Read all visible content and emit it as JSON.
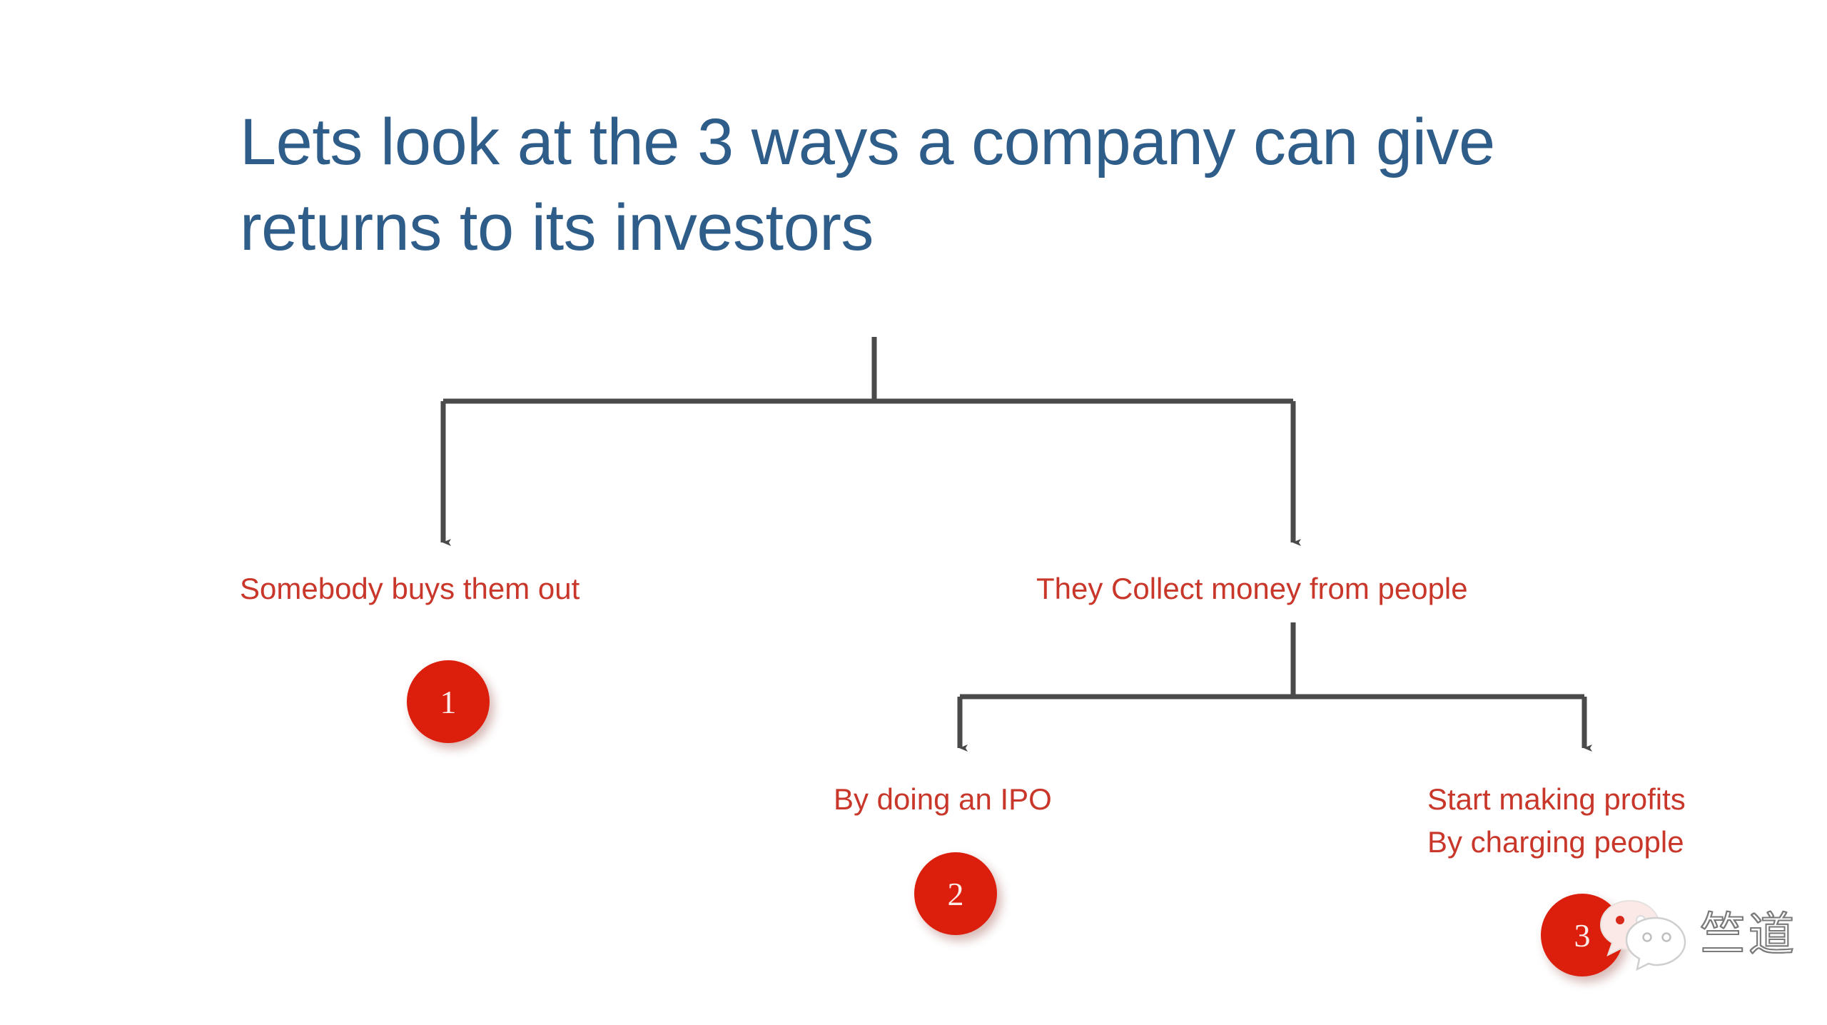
{
  "slide": {
    "background_color": "#FFFFFF",
    "title": "Lets look at the 3 ways a company can give\nreturns to its investors",
    "title_color": "#2F5D8A",
    "label_color": "#C8372A",
    "connector_color": "#4A4A4A",
    "badge_color": "#DC1E0C",
    "badge_text_color": "#FDEDEA"
  },
  "nodes": {
    "buyout": {
      "label": "Somebody buys them out",
      "badge": "1"
    },
    "collect": {
      "label": "They Collect money from people"
    },
    "ipo": {
      "label": "By doing an IPO",
      "badge": "2"
    },
    "profits": {
      "label": "Start making profits\nBy charging people",
      "badge": "3"
    }
  },
  "watermark": {
    "icon": "wechat-icon",
    "text": "竺道"
  },
  "chart_data": {
    "type": "diagram",
    "title": "Lets look at the 3 ways a company can give returns to its investors",
    "diagram_kind": "tree",
    "root": "Lets look at the 3 ways a company can give returns to its investors",
    "nodes": [
      {
        "id": "root",
        "label": "Lets look at the 3 ways a company can give returns to its investors",
        "level": 0
      },
      {
        "id": "buyout",
        "label": "Somebody buys them out",
        "level": 1,
        "number": 1
      },
      {
        "id": "collect",
        "label": "They Collect money from people",
        "level": 1
      },
      {
        "id": "ipo",
        "label": "By doing an IPO",
        "level": 2,
        "number": 2
      },
      {
        "id": "profits",
        "label": "Start making profits By charging people",
        "level": 2,
        "number": 3
      }
    ],
    "edges": [
      {
        "from": "root",
        "to": "buyout"
      },
      {
        "from": "root",
        "to": "collect"
      },
      {
        "from": "collect",
        "to": "ipo"
      },
      {
        "from": "collect",
        "to": "profits"
      }
    ]
  }
}
